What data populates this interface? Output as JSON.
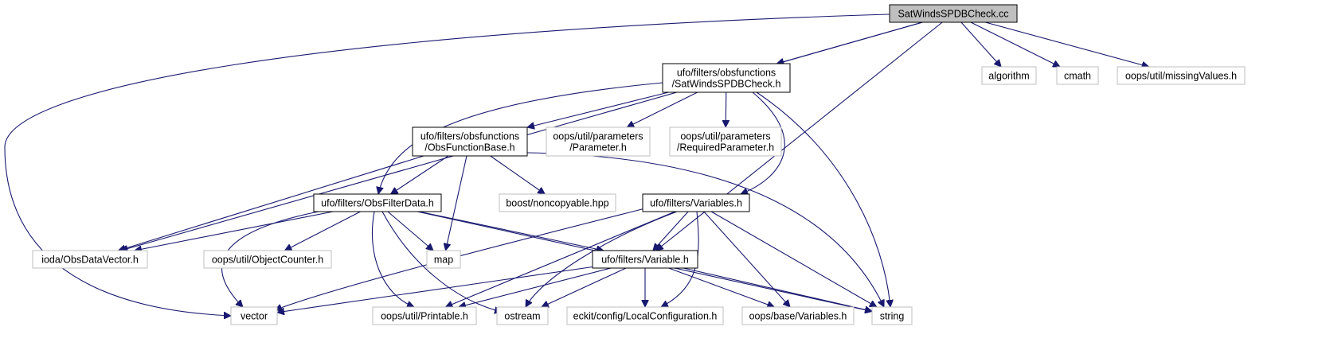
{
  "graph": {
    "colors": {
      "edge": "#191970",
      "primary_fill": "#bfbfbf",
      "documented_border": "#000000",
      "external_border": "#bfbfbf"
    },
    "nodes": [
      {
        "id": "root",
        "kind": "primary",
        "lines": [
          "SatWindsSPDBCheck.cc"
        ]
      },
      {
        "id": "swh",
        "kind": "documented",
        "lines": [
          "ufo/filters/obsfunctions",
          "/SatWindsSPDBCheck.h"
        ]
      },
      {
        "id": "algorithm",
        "kind": "external",
        "lines": [
          "algorithm"
        ]
      },
      {
        "id": "cmath",
        "kind": "external",
        "lines": [
          "cmath"
        ]
      },
      {
        "id": "missing",
        "kind": "external",
        "lines": [
          "oops/util/missingValues.h"
        ]
      },
      {
        "id": "ofb",
        "kind": "documented",
        "lines": [
          "ufo/filters/obsfunctions",
          "/ObsFunctionBase.h"
        ]
      },
      {
        "id": "param",
        "kind": "external",
        "lines": [
          "oops/util/parameters",
          "/Parameter.h"
        ]
      },
      {
        "id": "reqparam",
        "kind": "external",
        "lines": [
          "oops/util/parameters",
          "/RequiredParameter.h"
        ]
      },
      {
        "id": "ofd",
        "kind": "documented",
        "lines": [
          "ufo/filters/ObsFilterData.h"
        ]
      },
      {
        "id": "noncopy",
        "kind": "external",
        "lines": [
          "boost/noncopyable.hpp"
        ]
      },
      {
        "id": "vars",
        "kind": "documented",
        "lines": [
          "ufo/filters/Variables.h"
        ]
      },
      {
        "id": "iodaodv",
        "kind": "external",
        "lines": [
          "ioda/ObsDataVector.h"
        ]
      },
      {
        "id": "objcnt",
        "kind": "external",
        "lines": [
          "oops/util/ObjectCounter.h"
        ]
      },
      {
        "id": "map",
        "kind": "external",
        "lines": [
          "map"
        ]
      },
      {
        "id": "var",
        "kind": "documented",
        "lines": [
          "ufo/filters/Variable.h"
        ]
      },
      {
        "id": "vector",
        "kind": "external",
        "lines": [
          "vector"
        ]
      },
      {
        "id": "printable",
        "kind": "external",
        "lines": [
          "oops/util/Printable.h"
        ]
      },
      {
        "id": "ostream",
        "kind": "external",
        "lines": [
          "ostream"
        ]
      },
      {
        "id": "localconf",
        "kind": "external",
        "lines": [
          "eckit/config/LocalConfiguration.h"
        ]
      },
      {
        "id": "basevars",
        "kind": "external",
        "lines": [
          "oops/base/Variables.h"
        ]
      },
      {
        "id": "string",
        "kind": "external",
        "lines": [
          "string"
        ]
      }
    ],
    "edges": [
      [
        "root",
        "swh"
      ],
      [
        "root",
        "algorithm"
      ],
      [
        "root",
        "cmath"
      ],
      [
        "root",
        "missing"
      ],
      [
        "root",
        "vector"
      ],
      [
        "root",
        "iodaodv"
      ],
      [
        "root",
        "var"
      ],
      [
        "swh",
        "ofb"
      ],
      [
        "swh",
        "param"
      ],
      [
        "swh",
        "reqparam"
      ],
      [
        "swh",
        "ofd"
      ],
      [
        "swh",
        "vars"
      ],
      [
        "swh",
        "string"
      ],
      [
        "ofb",
        "ofd"
      ],
      [
        "ofb",
        "noncopy"
      ],
      [
        "ofb",
        "iodaodv"
      ],
      [
        "ofb",
        "map"
      ],
      [
        "ofb",
        "string"
      ],
      [
        "ofd",
        "iodaodv"
      ],
      [
        "ofd",
        "objcnt"
      ],
      [
        "ofd",
        "map"
      ],
      [
        "ofd",
        "var"
      ],
      [
        "ofd",
        "vector"
      ],
      [
        "ofd",
        "printable"
      ],
      [
        "ofd",
        "ostream"
      ],
      [
        "ofd",
        "string"
      ],
      [
        "vars",
        "var"
      ],
      [
        "vars",
        "vector"
      ],
      [
        "vars",
        "printable"
      ],
      [
        "vars",
        "ostream"
      ],
      [
        "vars",
        "localconf"
      ],
      [
        "vars",
        "basevars"
      ],
      [
        "vars",
        "string"
      ],
      [
        "var",
        "vector"
      ],
      [
        "var",
        "printable"
      ],
      [
        "var",
        "ostream"
      ],
      [
        "var",
        "localconf"
      ],
      [
        "var",
        "basevars"
      ],
      [
        "var",
        "string"
      ]
    ]
  }
}
